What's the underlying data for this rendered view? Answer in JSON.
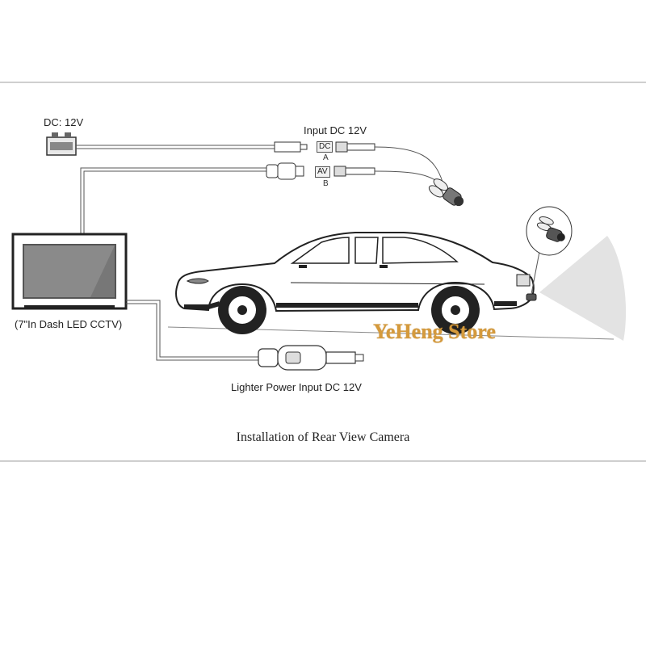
{
  "labels": {
    "dc_source": "DC: 12V",
    "input_dc": "Input  DC 12V",
    "conn_dc": "DC",
    "conn_a": "A",
    "conn_av": "AV",
    "conn_b": "B",
    "monitor": "(7\"In Dash LED CCTV)",
    "lighter": "Lighter Power Input DC 12V",
    "watermark": "YeHeng Store",
    "caption": "Installation of Rear View Camera"
  },
  "colors": {
    "line": "#333333",
    "watermark": "#d59a3c",
    "rule": "#cfcfcf"
  },
  "icons": [
    "battery-icon",
    "monitor-icon",
    "camera-icon",
    "car-icon",
    "lighter-plug-icon"
  ]
}
